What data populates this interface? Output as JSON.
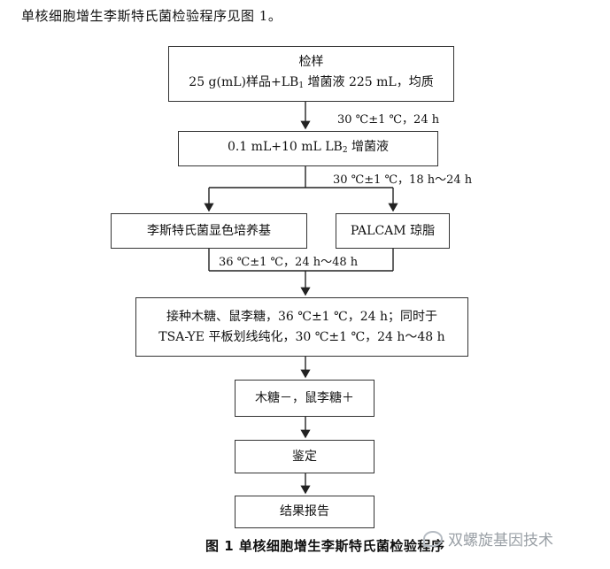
{
  "intro_text": "单核细胞增生李斯特氏菌检验程序见图 1。",
  "steps": {
    "sample_title": "检样",
    "sample_detail_pre": "25 g(mL)样品+LB",
    "sample_detail_sub": "1",
    "sample_detail_post": " 增菌液 225 mL，均质",
    "enrich2_pre": "0.1 mL+10 mL LB",
    "enrich2_sub": "2",
    "enrich2_post": " 增菌液",
    "chromogenic_medium": "李斯特氏菌显色培养基",
    "palcam_agar": "PALCAM 琼脂",
    "inoculate_line1": "接种木糖、鼠李糖，36 ℃±1 ℃，24 h；同时于",
    "inoculate_line2": "TSA-YE 平板划线纯化，30 ℃±1 ℃，24 h～48 h",
    "sugar_result": "木糖－，鼠李糖＋",
    "identification": "鉴定",
    "report": "结果报告"
  },
  "conditions": {
    "c1": "30 ℃±1 ℃，24 h",
    "c2": "30 ℃±1 ℃，18 h～24 h",
    "c3": "36 ℃±1 ℃，24 h～48 h"
  },
  "caption": "图 1 单核细胞增生李斯特氏菌检验程序",
  "watermark": "双螺旋基因技术",
  "watermark_icon": "wechat-icon"
}
